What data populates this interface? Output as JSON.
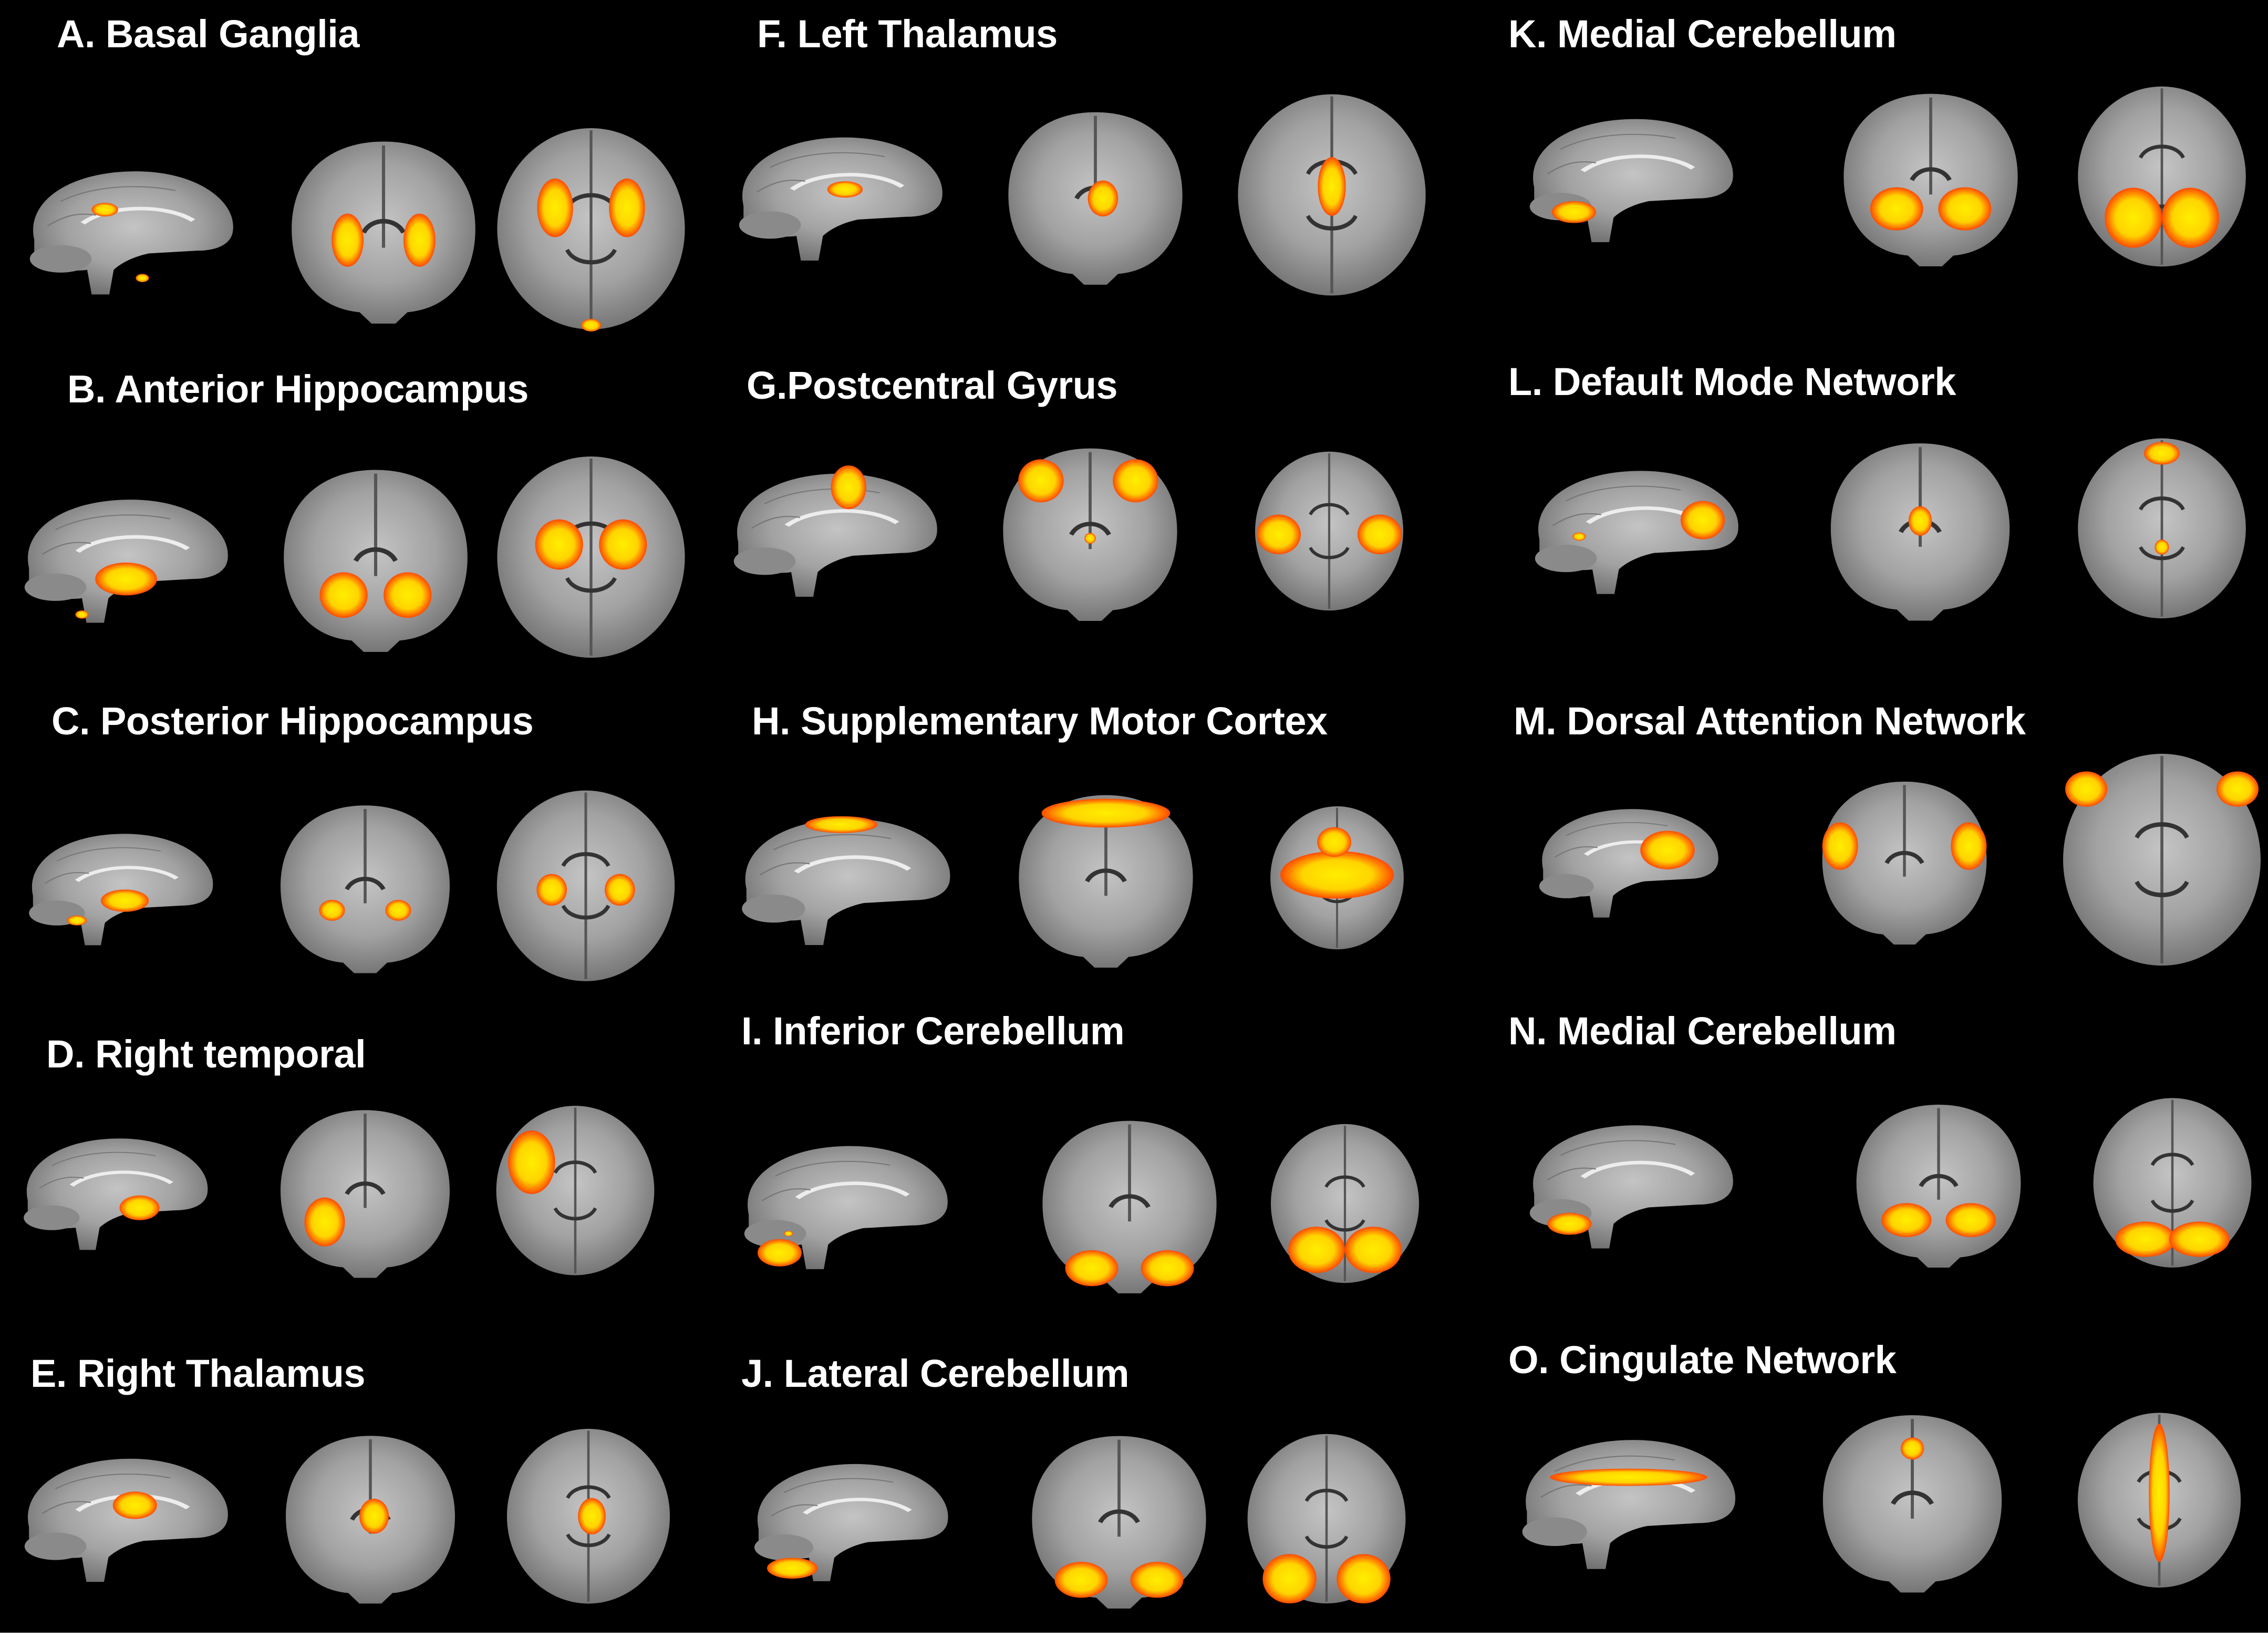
{
  "figure": {
    "panels": [
      {
        "letter": "A",
        "title": "A. Basal Ganglia"
      },
      {
        "letter": "B",
        "title": "B. Anterior Hippocampus"
      },
      {
        "letter": "C",
        "title": "C. Posterior Hippocampus"
      },
      {
        "letter": "D",
        "title": "D. Right temporal"
      },
      {
        "letter": "E",
        "title": "E. Right Thalamus"
      },
      {
        "letter": "F",
        "title": "F. Left Thalamus"
      },
      {
        "letter": "G",
        "title": "G.Postcentral Gyrus"
      },
      {
        "letter": "H",
        "title": "H. Supplementary Motor Cortex"
      },
      {
        "letter": "I",
        "title": "I. Inferior Cerebellum"
      },
      {
        "letter": "J",
        "title": "J. Lateral Cerebellum"
      },
      {
        "letter": "K",
        "title": "K. Medial Cerebellum"
      },
      {
        "letter": "L",
        "title": "L. Default Mode Network"
      },
      {
        "letter": "M",
        "title": "M. Dorsal Attention Network"
      },
      {
        "letter": "N",
        "title": "N. Medial Cerebellum"
      },
      {
        "letter": "O",
        "title": "O. Cingulate Network"
      }
    ],
    "colors": {
      "background": "#000000",
      "brain_tissue": "#9a9a9a",
      "activation_core": "#ffe600",
      "activation_edge": "#ff5a00",
      "title_text": "#ffffff"
    }
  }
}
